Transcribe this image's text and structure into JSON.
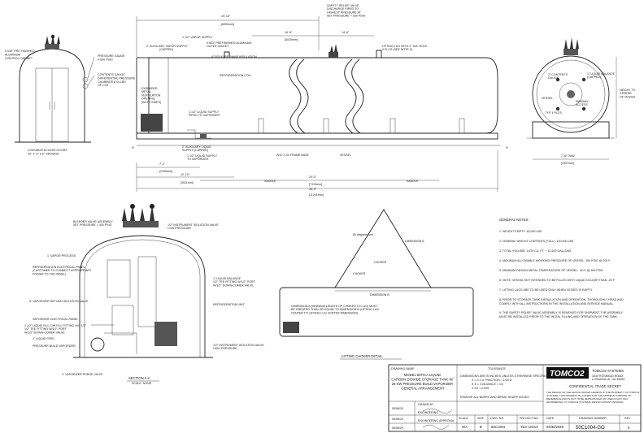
{
  "front_view": {
    "enclosure_note": [
      "0.040\" PRE FINISHED",
      "ALUMINUM",
      "CONTROL CABINET"
    ],
    "pressure_gauge_note": [
      "PRESSURE GAUGE",
      "0-600 PSIG"
    ],
    "contents_gauge_note": [
      "CONTENTS GAUGE",
      "DIFFERENTIAL PRESSURE",
      "CALIBRATED IN LBS",
      "OF CO2"
    ],
    "doors_note": [
      "LOCKABLE ACCESS DOORS",
      "30\" X 77 1/2\" OPENING"
    ]
  },
  "side_view": {
    "top_dims": [
      "19'-10\"",
      "[6050mm]",
      "16'-6\"",
      "[5029mm]",
      "14'-8\""
    ],
    "relief_note": [
      "SAFETY RELIEF VALVE",
      "DISCHARGE PIPED TO",
      "HIGHEST PRESSURE AT",
      "SET PRESSURE = 300 PSIG"
    ],
    "lifting_lug_note": [
      "LIFTING LUG WITH 2\" DIA. HOLE",
      "2 PLCS (SEE NOTE 9)"
    ],
    "vapor_supply": [
      "1 1/2\" VAPOR SUPPLY"
    ],
    "aux_vapor": [
      "2\" AUXILIARY VAPOR SUPPLY",
      "(CAPPED)"
    ],
    "jacket_note": [
      "0.063\" PREFINISHED ALUMINUM",
      "OUTER JACKET"
    ],
    "insulation_note": [
      "4\" POLYURETHANE INSULATION"
    ],
    "refrigeration_coil": "REFRIGERATION COIL",
    "opening_note": [
      "EXPANDED",
      "METAL",
      "VENTILATION",
      "OPENING",
      "(BOTH SIDES)"
    ],
    "liquid_supply": [
      "1 1/2\" LIQUID SUPPLY",
      "PIPED TO VAPORIZER"
    ],
    "aux_liquid": [
      "2\" AUXILIARY LIQUID",
      "SUPPLY (CAPPED)"
    ],
    "liquid_supply_2": [
      "1 1/2\" LIQUID SUPPLY",
      "TO VAPORIZER"
    ],
    "beam_note": "W10 X 33 FRAME BASE",
    "vessel": "VESSEL",
    "bottom_dims": [
      "7'-1\"",
      "[2159mm]",
      "12'-10\"",
      "[3911mm]",
      "24'-0\"",
      "[7315mm]",
      "36'-9\"",
      "[11201mm]"
    ],
    "saddle": "SADDLE",
    "section_mark": "A"
  },
  "end_view": {
    "notes": [
      "1\" LIQUID BALANCE",
      "(CAPPED)",
      "2\" CONTENTS",
      "GAUGE",
      "MANWAY",
      "ACCESS",
      "VESSEL",
      "TYP. 4 PLCS"
    ],
    "height_note": [
      "HEIGHT TO",
      "CENTER",
      "OF VESSEL"
    ],
    "base_dims": [
      "7'-8\" OAW",
      "[2337mm]"
    ]
  },
  "section": {
    "bleeder_note": [
      "BLEEDER VALVE ASSEMBLY",
      "SET PRESSURE = 300 PSIG"
    ],
    "instrument_valve": [
      "1/2\" INSTRUMENT ISOLATION VALVE",
      "LOW PRESSURE"
    ],
    "vapor_process": "1\" VAPOR PROCESS",
    "refrig_panel": [
      "REFRIGERATION ELECTRICAL PANEL",
      "(CUSTOMER TO CONNECT APPROPRIATE",
      "POWER TO THE PANEL)"
    ],
    "liquid_balance": [
      "1\" LIQUID BALANCE",
      "1/2\" TEE FITTING W/1/2\" PORT",
      "W/1/2\" DOWN-COMER VALVE"
    ],
    "vaporizer_return": "3\" VAPORIZER RETURN ISOLATION VALVE",
    "vaporizer_panel": "VAPORIZER ELECTRICAL PANEL",
    "liquid_fill": [
      "1 1/2\" LIQUID FILL C/W FILL FITTING W/1 1/2\"",
      "1/2\" TEE FITTING W/1/2\" PORT",
      "W/1/2\" DOWN-COMER VALVE"
    ],
    "liquid_feed": "1\" LIQUID FEED",
    "pressure_build": "PRESSURE BUILD VAPORIZER",
    "refrig_unit": "REFRIGERATION UNIT",
    "instrument_valve_high": [
      "1/2\" INSTRUMENT ISOLATION VALVE",
      "HIGH PRESSURE"
    ],
    "purge_valve": "1\" VAPORIZER PURGE VALVE",
    "title": "SECTION A-A",
    "scale": "SCALE: NONE"
  },
  "lifting": {
    "dim_b": "DIMENSION B",
    "dim_a": "DIMENSION A",
    "angle": "60 degrees min",
    "chain": "CHOKER",
    "choker": "CHOKER",
    "note": [
      "DIMENSION A (MINIMUM LENGTH OF CHOKER TO LUG) MUST",
      "BE GREATER THAN OR EQUAL TO DIMENSION B (LIFTING LUG",
      "CENTER TO LIFTING LUG CENTER DIMENSION)"
    ],
    "title": "LIFTING CHOKER DETAIL"
  },
  "general_notes": {
    "title": "GENERAL NOTES:",
    "items": [
      "1. WEIGHT EMPTY:  45,000 LBS",
      "2. NOMINAL WEIGHT CONTENTS (FULL):  100,000 LBS",
      "3. TOTAL VOLUME:  1,675 CU. FT. ~ 12,529 GALLONS",
      "4. MAXIMUM ALLOWABLE WORKING PRESSURE OF VESSEL:  300 PSIG @ 200 F",
      "5. MINIMUM DESIGN METAL TEMPERATURE OF VESSEL:  -40 F @ 300 PSIG",
      "6. NOTE: VESSEL NOT INTENDED TO BE FILLED WITH LIQUID COLDER THAN -20 F.",
      "7. LIFTING LUGS ARE TO BE USED ONLY WHEN VESSEL IS EMPTY.",
      "8. PRIOR TO STORAGE TANK INSTALLATION AND OPERATION, THOROUGHLY READ AND",
      "   COMPLY WITH ALL INSTRUCTIONS IN THE INSTALLATION AND SERVICE MANUAL.",
      "9. THE SAFETY RELIEF VALVE ASSEMBLY IS REMOVED FOR SHIPMENT. THE ASSEMBLY",
      "   MUST BE INSTALLED PRIOR TO THE INITIAL FILLING AND OPERATION OF THE TANK."
    ]
  },
  "title_block": {
    "drawing_name_label": "DRAWING NAME",
    "drawing_name": [
      "MODEL 50TICA LIQUID",
      "CARBON DIOXIDE STORAGE TANK W/",
      "28 KW PRESSURE BUILD VAPORIZER",
      "GENERAL ARRANGEMENT"
    ],
    "tolerance_label": "TOLERANCE",
    "tolerances": [
      "DIMENSIONS ARE IN INCHES UNLESS OTHERWISE SPECIFIED",
      "X = 0.1 in    FRACTION = 1/16 in",
      "X.X = 0.05    ANGLE = 1/2",
      "X.XX = 0.005"
    ],
    "finish_note": "REMOVE ALL BURRS AND BREAK SHARP EDGES",
    "scale_label": "SCALE",
    "scale": "N/A",
    "size_label": "SIZE",
    "size": "B",
    "dwg_no_label": "DWG. NO.",
    "dwg_no": "50C1004",
    "project_label": "PROJECT NO.",
    "project": "TDA-10213",
    "date_label": "DATE",
    "date": "04/30/2020",
    "sheet_no_label": "DRAWING NUMBER",
    "sheet_no": "50C1004-GO",
    "rev_label": "REV",
    "rev": "0",
    "date_rows": [
      "05/06/20",
      "05/06/20",
      "05/06/20"
    ],
    "role_labels": [
      "DRAWN BY",
      "ENGINEERING",
      "ENGINEERING APPROVAL"
    ],
    "company_logo": "TOMCO2",
    "company_name": "TOMCO2 SYSTEMS",
    "company_address": [
      "3340 ROSEBUD ROAD",
      "LOGANVILLE, GA 30052"
    ],
    "confidential_title": "CONFIDENTIAL TRADE SECRET",
    "confidential_text": [
      "THE DESIGN OF THE DEVICE SHOWN HEREON IS THE PROPERTY OF TOMCO2",
      "SYSTEMS. THIS DRAWING IS LOANED FOR THE EXPRESS PURPOSE OF",
      "REFERENCE AND IS NOT TO BE REPRODUCED OR USED IN ANY WAY",
      "DETRIMENTAL TO TOMCO2 SYSTEMS. DESIGN PATENT PENDING."
    ]
  }
}
